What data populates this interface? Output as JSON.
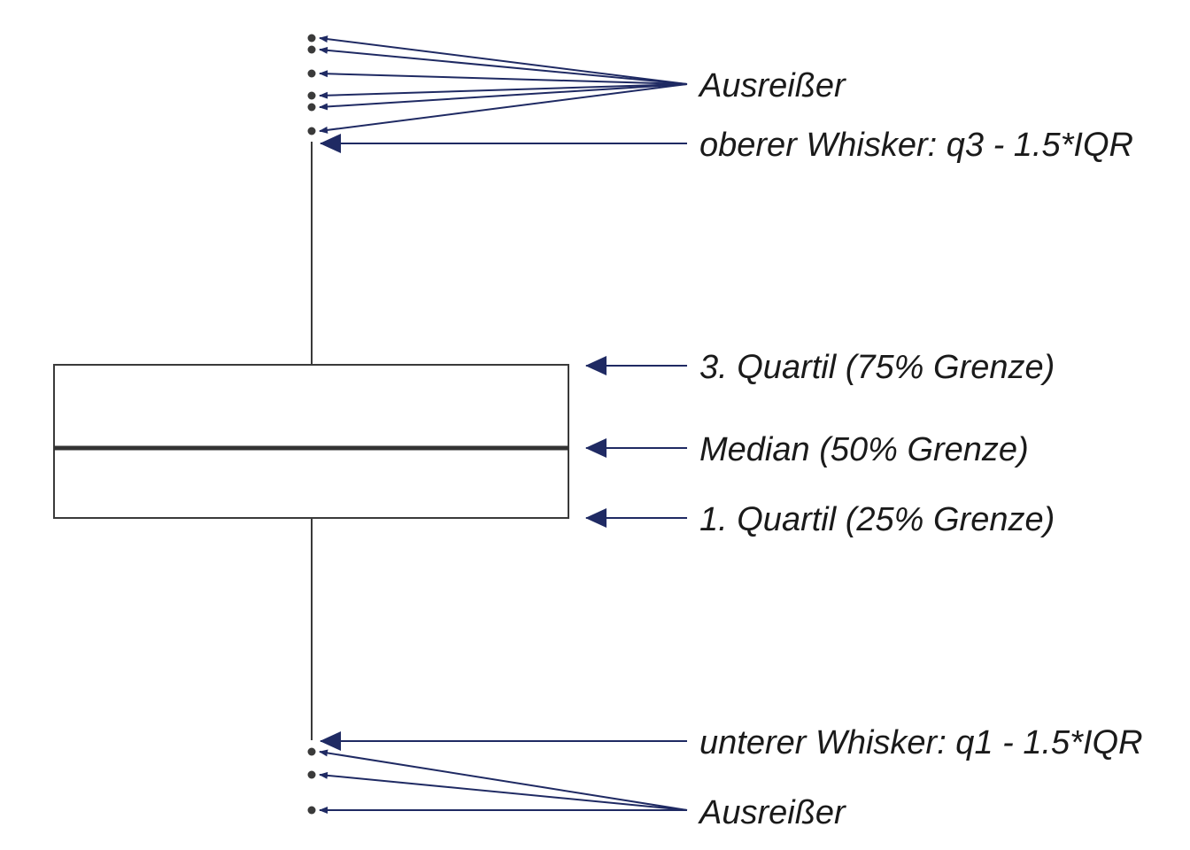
{
  "labels": {
    "outliers_top": "Ausreißer",
    "upper_whisker": "oberer Whisker: q3 - 1.5*IQR",
    "q3": "3. Quartil (75% Grenze)",
    "median": "Median (50% Grenze)",
    "q1": "1. Quartil (25% Grenze)",
    "lower_whisker": "unterer Whisker: q1 - 1.5*IQR",
    "outliers_bottom": "Ausreißer"
  },
  "colors": {
    "arrow": "#1f2a63",
    "box_stroke": "#3a3a3a",
    "median_stroke": "#333333",
    "point": "#3a3a3a",
    "text": "#1a1a1a"
  }
}
